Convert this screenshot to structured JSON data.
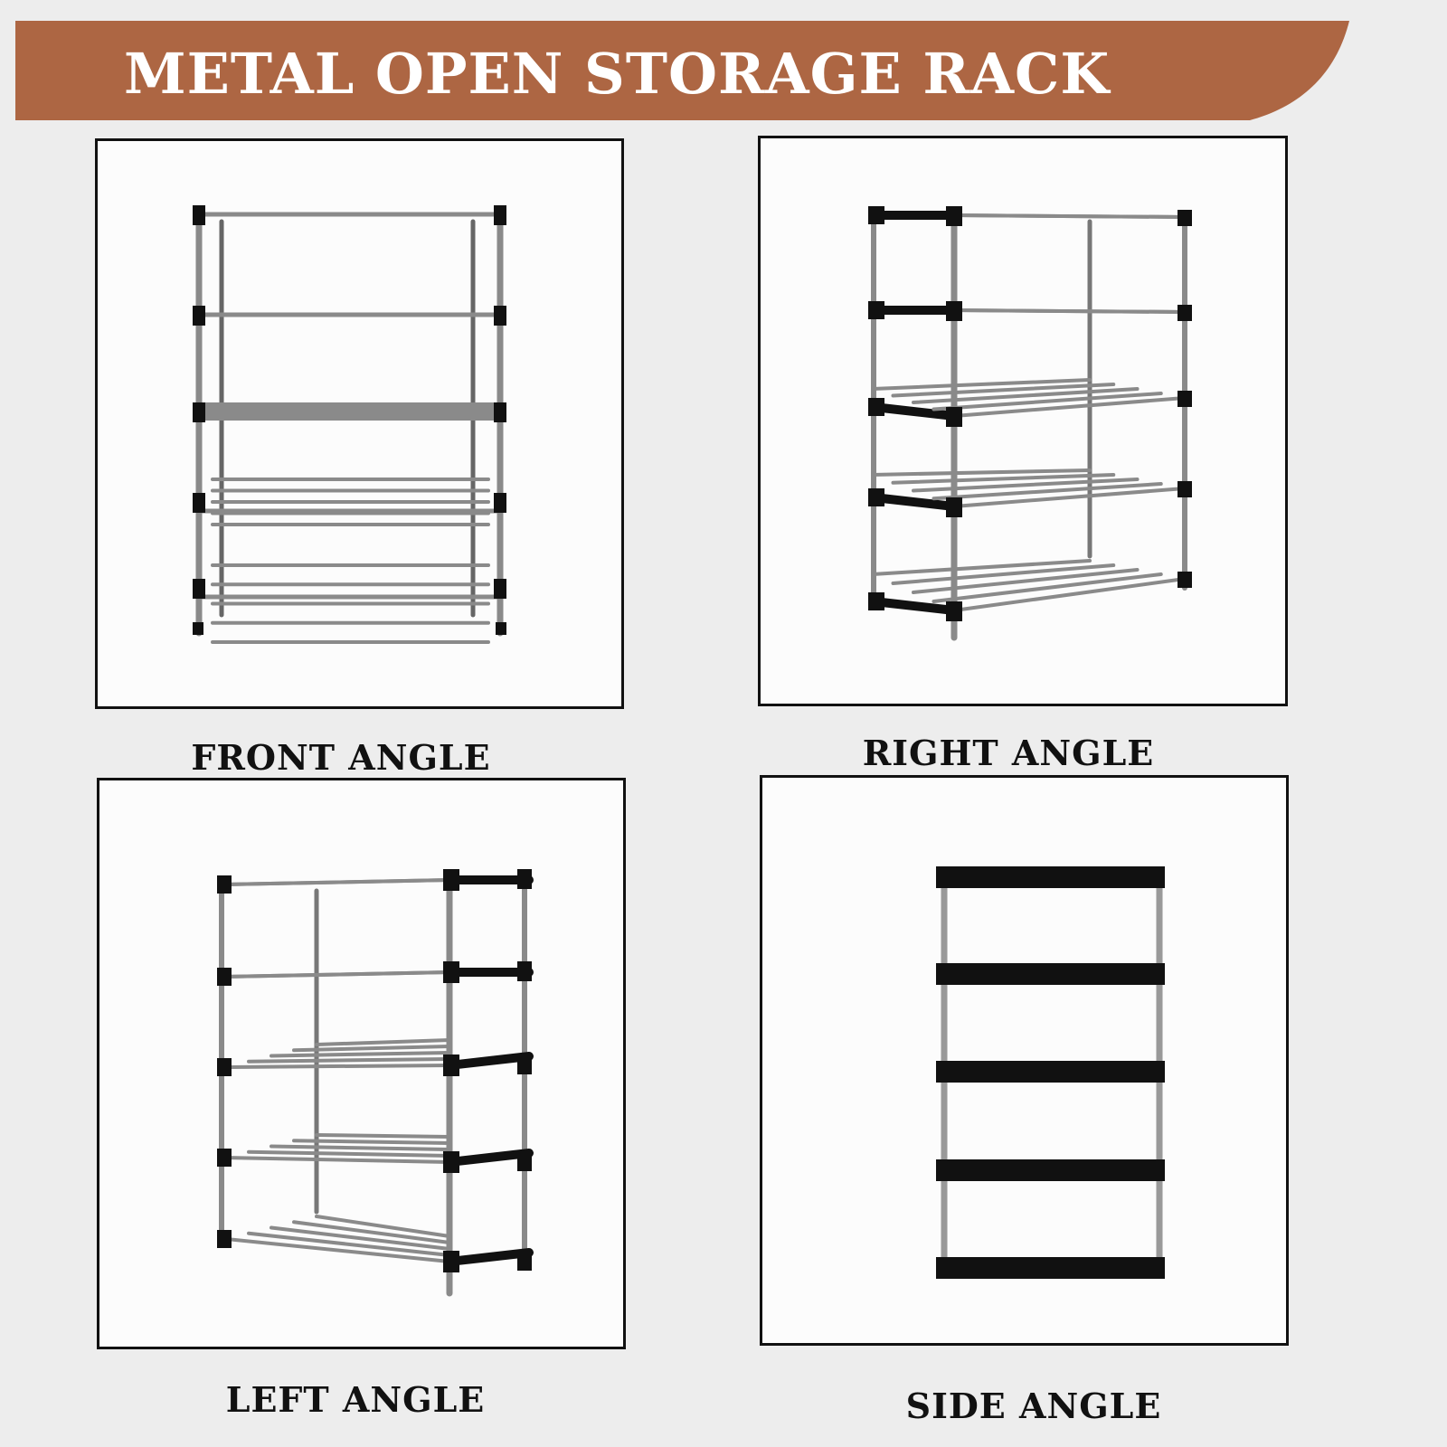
{
  "title": "METAL OPEN STORAGE RACK",
  "colors": {
    "banner": "#ad6643",
    "background": "#ededed",
    "rod": "#8a8a8a",
    "connector": "#111111"
  },
  "views": [
    {
      "id": "front",
      "label": "FRONT ANGLE"
    },
    {
      "id": "right",
      "label": "RIGHT ANGLE"
    },
    {
      "id": "left",
      "label": "LEFT ANGLE"
    },
    {
      "id": "side",
      "label": "SIDE ANGLE"
    }
  ]
}
